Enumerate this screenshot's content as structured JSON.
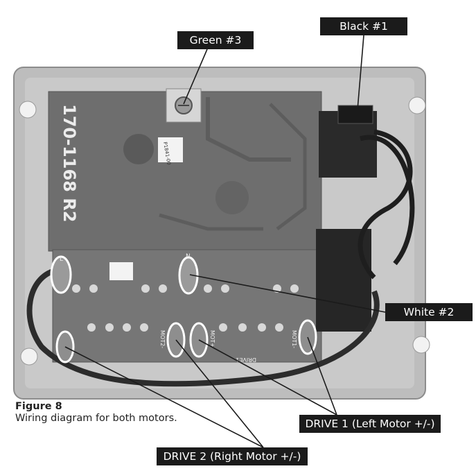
{
  "figure": {
    "board_silkscreen": "170-1168 R2",
    "sticker_text": "P1841-00",
    "terminal_marks": {
      "n": "N",
      "l": "L",
      "mot2_minus": "MOT2-",
      "mot1_plus": "MOT+",
      "drive1": "DRIVE1",
      "mot1_minus": "MOT1-"
    }
  },
  "callouts": {
    "green": "Green #3",
    "black": "Black #1",
    "white": "White #2",
    "drive1": "DRIVE 1 (Left Motor +/-)",
    "drive2": "DRIVE 2 (Right Motor +/-)"
  },
  "caption": {
    "title": "Figure 8",
    "text": "Wiring diagram for both motors."
  },
  "colors": {
    "housing": "#b9b9b9",
    "board": "#6f6f6f",
    "callout_bg": "#1b1b1b",
    "callout_text": "#ffffff"
  }
}
